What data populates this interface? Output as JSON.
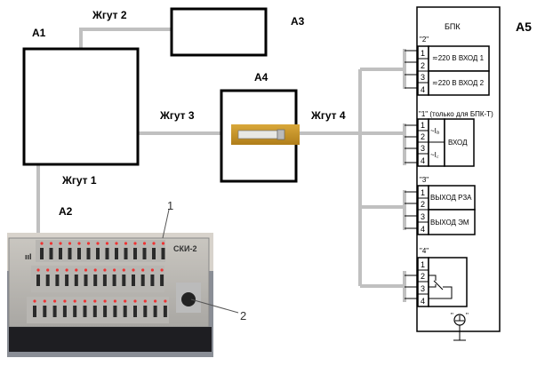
{
  "blocks": {
    "a1": "А1",
    "a2": "А2",
    "a3": "А3",
    "a4": "А4",
    "a5": "А5"
  },
  "harnesses": {
    "h1": "Жгут 1",
    "h2": "Жгут 2",
    "h3": "Жгут 3",
    "h4": "Жгут 4"
  },
  "device_photo": {
    "model": "СКИ-2",
    "callout_1": "1",
    "callout_2": "2"
  },
  "bpk": {
    "title": "БПК",
    "connector_2": {
      "label": "\"2\"",
      "pins": [
        "1",
        "2",
        "3",
        "4"
      ],
      "input_1": "≂220 В ВХОД 1",
      "input_2": "≂220 В ВХОД 2"
    },
    "connector_1": {
      "label": "\"1\" (только для БПК-Т)",
      "pins": [
        "1",
        "2",
        "3",
        "4"
      ],
      "ia": "~Iₐ",
      "ic": "~I꜀",
      "input": "ВХОД"
    },
    "connector_3": {
      "label": "\"3\"",
      "pins": [
        "1",
        "2",
        "3",
        "4"
      ],
      "out_rza": "ВЫХОД РЗА",
      "out_em": "ВЫХОД ЭМ"
    },
    "connector_4": {
      "label": "\"4\"",
      "pins": [
        "1",
        "2",
        "3",
        "4"
      ]
    },
    "ground_label_left": "\"",
    "ground_label_right": "\""
  },
  "colors": {
    "harness": "#c0c0c0",
    "sensor": "#c8951e"
  }
}
